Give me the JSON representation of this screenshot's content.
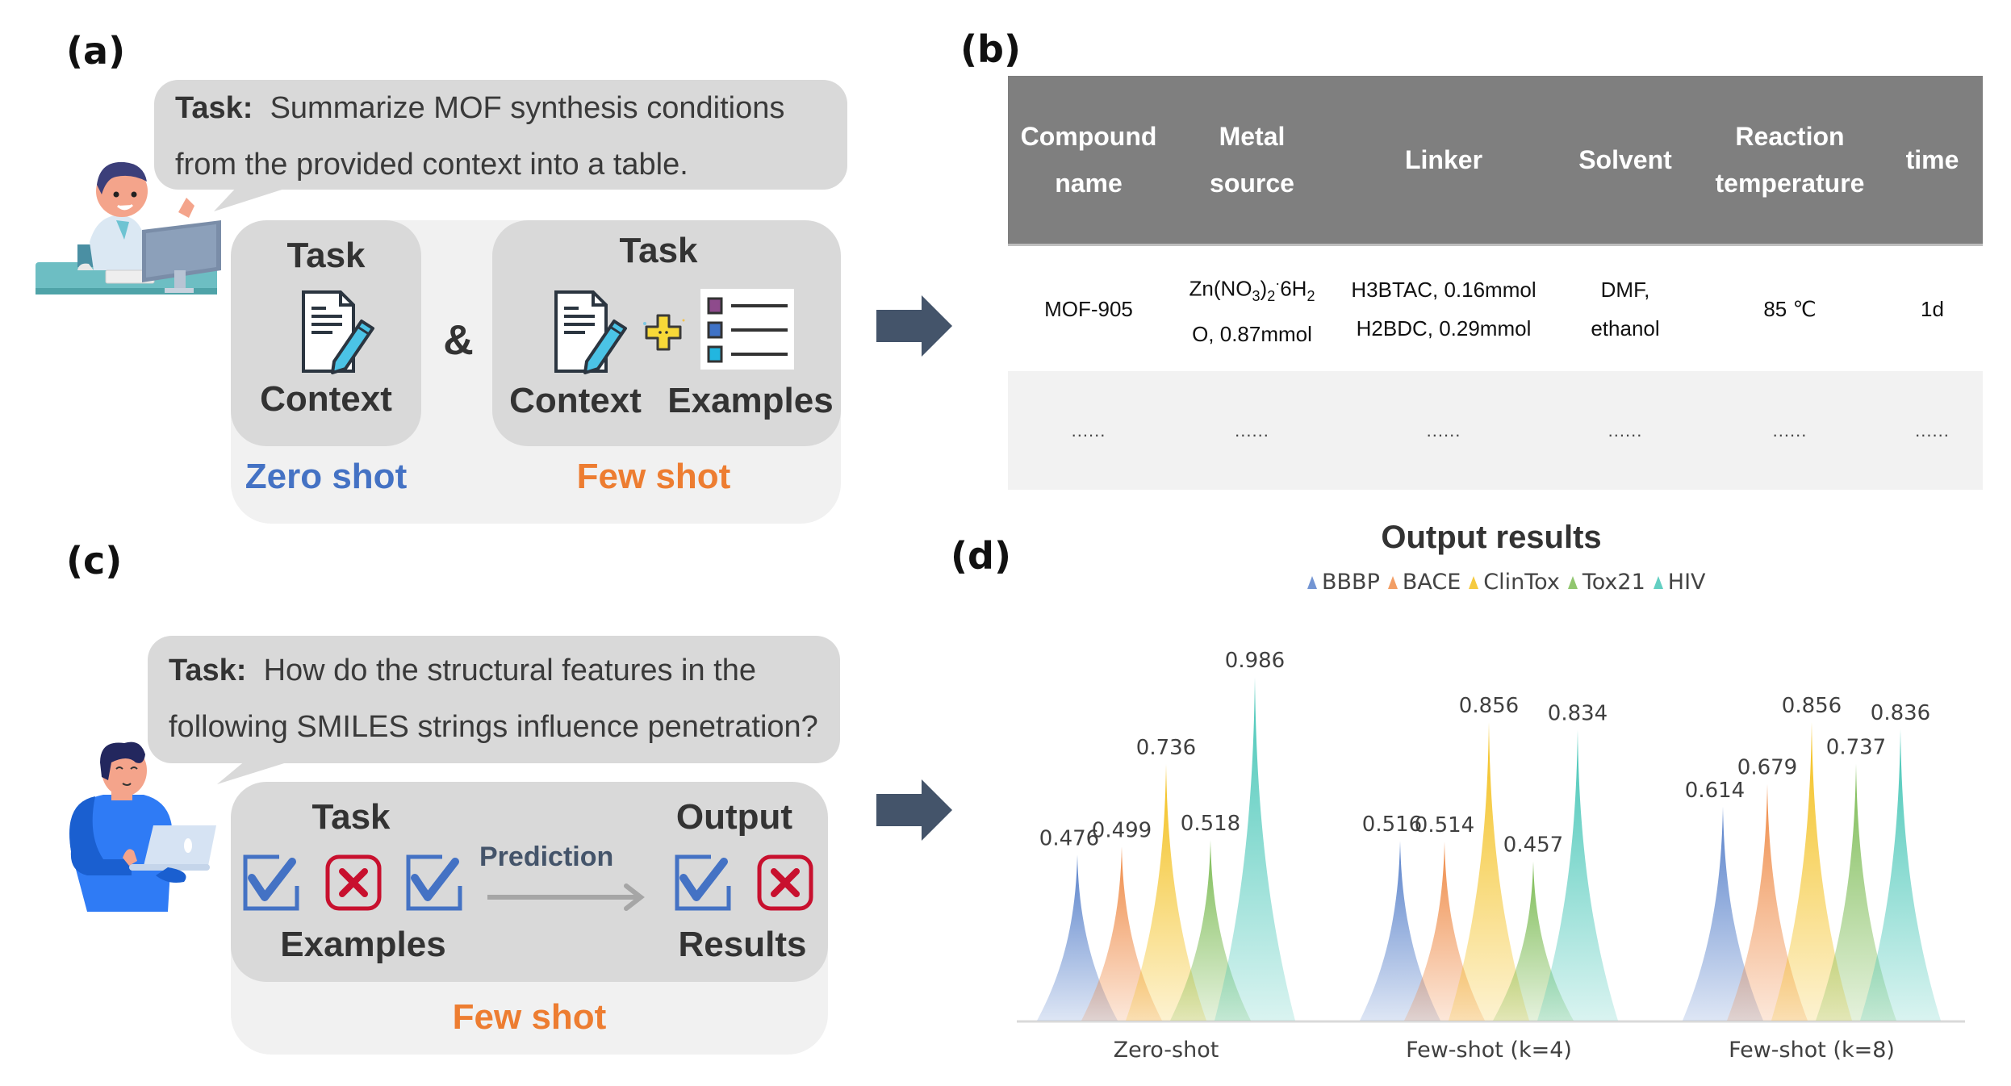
{
  "panels": {
    "a": {
      "label": "(a)",
      "task_prefix": "Task:",
      "task_line1": "Summarize MOF synthesis conditions",
      "task_line2": "from the provided context into a table.",
      "zero_shot": {
        "title": "Task",
        "item": "Context",
        "caption": "Zero shot"
      },
      "ampersand": "&",
      "few_shot": {
        "title": "Task",
        "item1": "Context",
        "item2": "Examples",
        "caption": "Few shot"
      },
      "icons": [
        "person-at-desk-icon",
        "document-pencil-icon",
        "plus-icon",
        "checklist-icon"
      ]
    },
    "b": {
      "label": "(b)",
      "table": {
        "headers": [
          [
            "Compound",
            "name"
          ],
          [
            "Metal",
            "source"
          ],
          [
            "Linker"
          ],
          [
            "Solvent"
          ],
          [
            "Reaction",
            "temperature"
          ],
          [
            "time"
          ]
        ],
        "rows": [
          {
            "compound": "MOF-905",
            "metal_source_line1": "Zn(NO3)2·6H2",
            "metal_source_line2": "O, 0.87mmol",
            "linker_line1": "H3BTAC, 0.16mmol",
            "linker_line2": "H2BDC, 0.29mmol",
            "solvent_line1": "DMF,",
            "solvent_line2": "ethanol",
            "temperature": "85 ℃",
            "time": "1d"
          },
          {
            "compound": "......",
            "metal_source": "......",
            "linker": "......",
            "solvent": "......",
            "temperature": "......",
            "time": "......"
          }
        ]
      }
    },
    "c": {
      "label": "(c)",
      "task_prefix": "Task:",
      "task_line1": "How do the structural features in the",
      "task_line2": "following SMILES strings influence penetration?",
      "task_title": "Task",
      "examples_label": "Examples",
      "prediction_label": "Prediction",
      "output_title": "Output",
      "results_label": "Results",
      "caption": "Few shot",
      "icons": [
        "person-with-laptop-icon",
        "checkbox-checked-icon",
        "checkbox-cross-icon",
        "arrow-right-icon"
      ]
    },
    "d": {
      "label": "(d)"
    }
  },
  "colors": {
    "zero_shot": "#4472c4",
    "few_shot": "#ed7d31",
    "arrow": "#44546a",
    "table_header": "#7f7f7f",
    "check_blue": "#4472c4",
    "cross_red": "#c8102e"
  },
  "chart_data": {
    "type": "bar",
    "style": "spike",
    "title": "Output results",
    "categories": [
      "Zero-shot",
      "Few-shot (k=4)",
      "Few-shot (k=8)"
    ],
    "series": [
      {
        "name": "BBBP",
        "color": "#4472c4",
        "values": [
          0.476,
          0.516,
          0.614
        ]
      },
      {
        "name": "BACE",
        "color": "#ed7d31",
        "values": [
          0.499,
          0.514,
          0.679
        ]
      },
      {
        "name": "ClinTox",
        "color": "#f2b800",
        "values": [
          0.736,
          0.856,
          0.856
        ]
      },
      {
        "name": "Tox21",
        "color": "#6cb33f",
        "values": [
          0.518,
          0.457,
          0.737
        ]
      },
      {
        "name": "HIV",
        "color": "#2fbfae",
        "values": [
          0.986,
          0.834,
          0.836
        ]
      }
    ],
    "xlabel": "",
    "ylabel": "",
    "ylim": [
      0,
      1
    ],
    "legend_position": "top-center",
    "grid": false
  }
}
